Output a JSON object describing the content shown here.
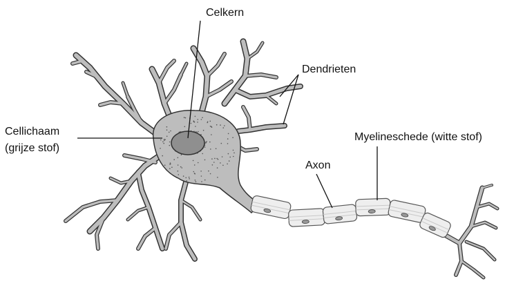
{
  "labels": {
    "nucleus": "Celkern",
    "dendrites": "Dendrieten",
    "cell_body_line1": "Cellichaam",
    "cell_body_line2": "(grijze stof)",
    "axon": "Axon",
    "myelin": "Myelineschede (witte stof)"
  },
  "colors": {
    "ink": "#111111",
    "cell_fill": "#bdbdbd",
    "nucleus_fill": "#8f8f8f",
    "myelin_fill": "#eeeeee",
    "outline": "#333333"
  }
}
